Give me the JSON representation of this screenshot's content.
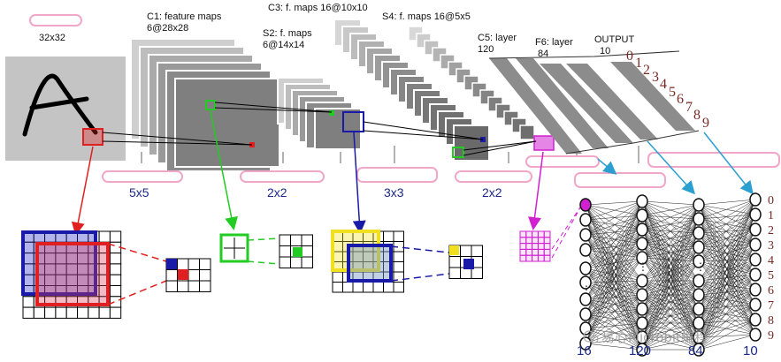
{
  "labels": {
    "input_size": "32x32",
    "c1_line1": "C1: feature maps",
    "c1_line2": "6@28x28",
    "c3_line1": "C3: f. maps 16@10x10",
    "s2_line1": "S2: f. maps",
    "s2_line2": "6@14x14",
    "s4_line1": "S4: f. maps 16@5x5",
    "c5_line1": "C5: layer",
    "c5_line2": "120",
    "f6_line1": "F6: layer",
    "f6_line2": "84",
    "out_line1": "OUTPUT",
    "out_line2": "10"
  },
  "kernels": {
    "conv1": "5x5",
    "pool1": "2x2",
    "conv2": "3x3",
    "pool2": "2x2"
  },
  "fc_sizes": [
    "16",
    "120",
    "84",
    "10"
  ],
  "output_digits": [
    "0",
    "1",
    "2",
    "3",
    "4",
    "5",
    "6",
    "7",
    "8",
    "9"
  ],
  "arc_digits": [
    "0",
    "1",
    "2",
    "3",
    "4",
    "5",
    "6",
    "7",
    "8",
    "9"
  ],
  "watermark": "易心Microbit编程",
  "colors": {
    "red": "#e02020",
    "green": "#22cc22",
    "blue": "#1a1aa8",
    "magenta": "#d020d0",
    "yellow": "#f0e020",
    "cyan": "#2a9fd0",
    "pink_box": "#f2a6c8"
  }
}
